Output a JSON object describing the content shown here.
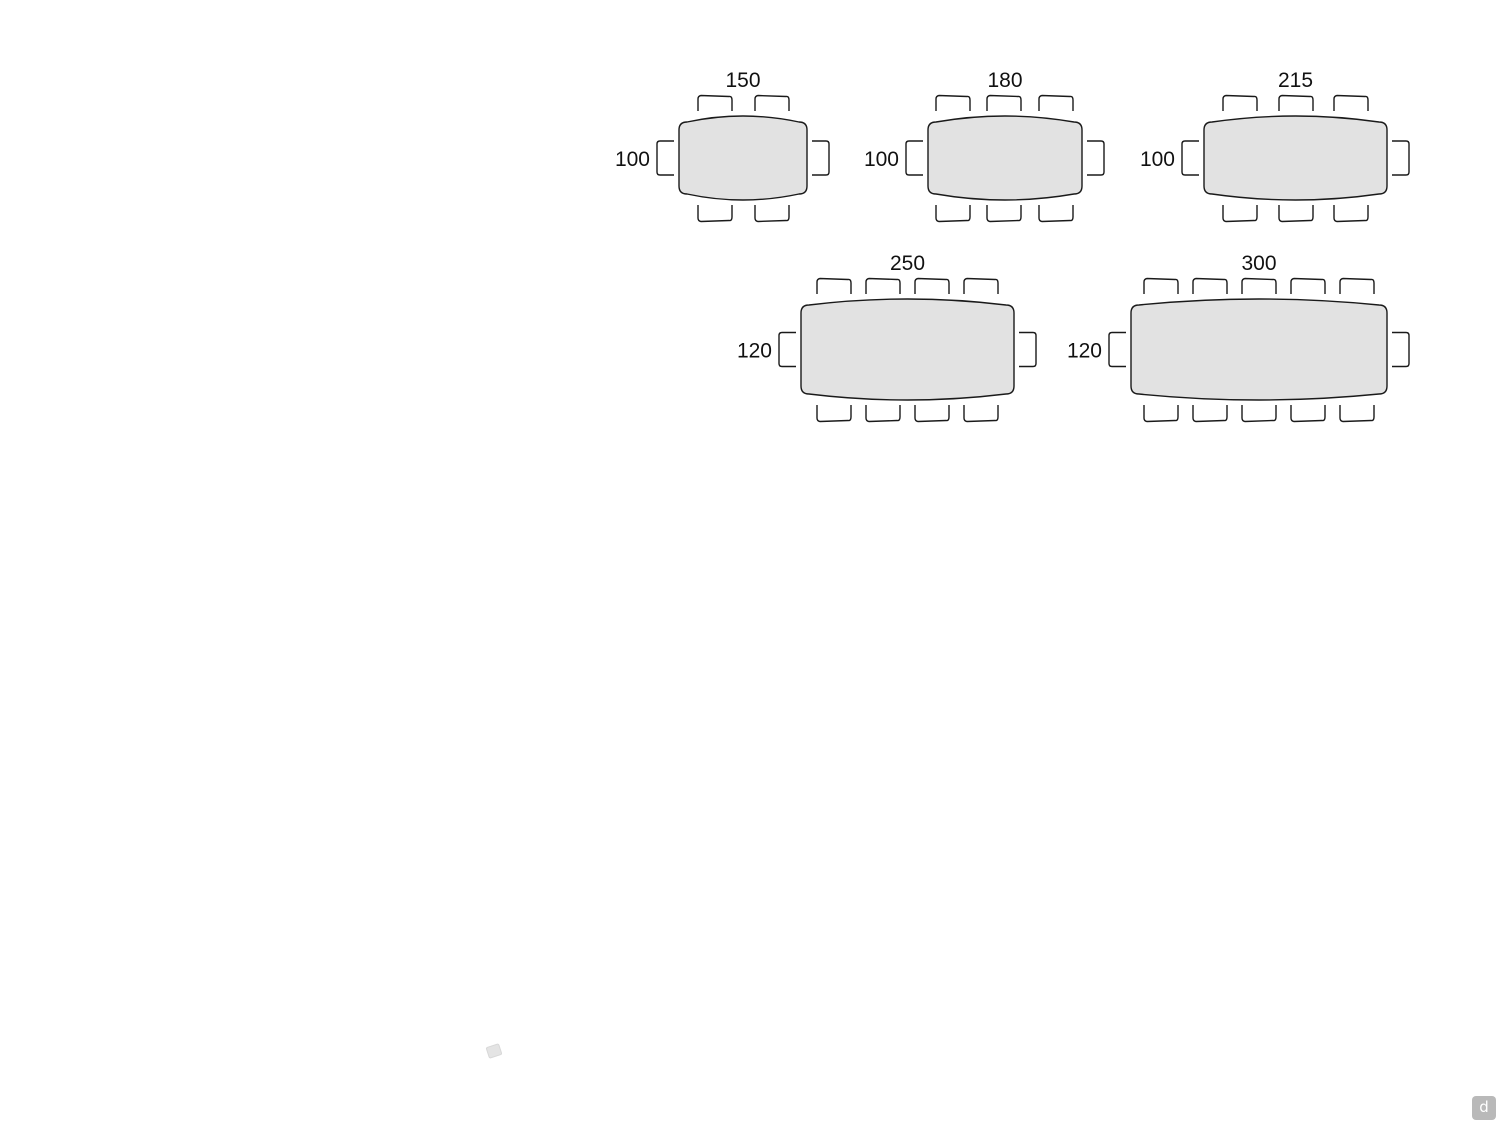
{
  "diagram": {
    "tables": [
      {
        "id": "table-150",
        "length_label": "150",
        "width_label": "100",
        "chairs_per_long_side": 2,
        "chairs_per_short_side": 1
      },
      {
        "id": "table-180",
        "length_label": "180",
        "width_label": "100",
        "chairs_per_long_side": 3,
        "chairs_per_short_side": 1
      },
      {
        "id": "table-215",
        "length_label": "215",
        "width_label": "100",
        "chairs_per_long_side": 3,
        "chairs_per_short_side": 1
      },
      {
        "id": "table-250",
        "length_label": "250",
        "width_label": "120",
        "chairs_per_long_side": 4,
        "chairs_per_short_side": 1
      },
      {
        "id": "table-300",
        "length_label": "300",
        "width_label": "120",
        "chairs_per_long_side": 5,
        "chairs_per_short_side": 1
      }
    ]
  },
  "colors": {
    "tabletop_fill": "#e2e2e2",
    "outline": "#1a1a1a",
    "logo_background": "#b9b9b9"
  },
  "icons": {
    "corner_logo": "d-logo-icon"
  },
  "corner_logo_glyph": "d"
}
